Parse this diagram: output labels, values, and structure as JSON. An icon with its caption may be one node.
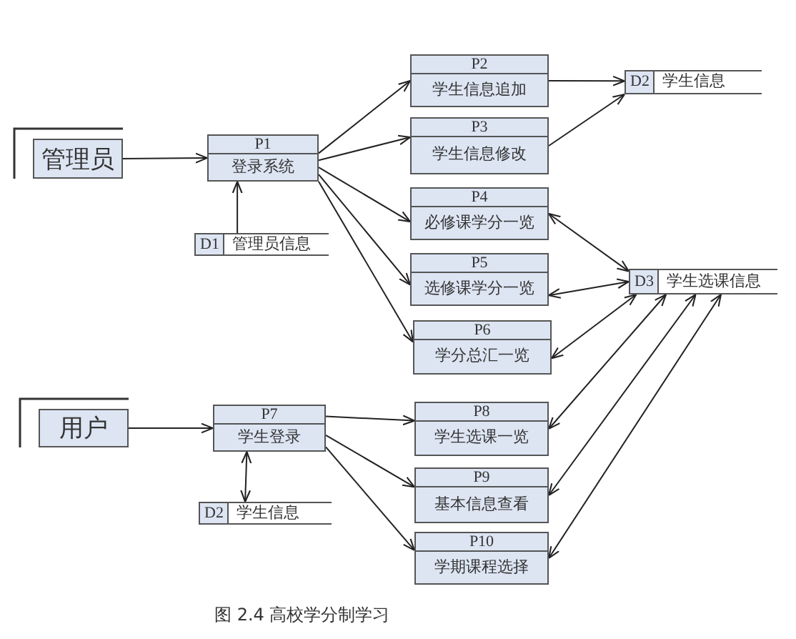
{
  "diagram": {
    "caption": "图 2.4 高校学分制学习",
    "nodes": [
      {
        "text": [
          "管理员"
        ]
      },
      {
        "text": [
          "P1",
          "登录系统"
        ]
      },
      {
        "text": [
          "D1",
          "管理员信息"
        ]
      },
      {
        "text": [
          "P2",
          "学生信息追加"
        ]
      },
      {
        "text": [
          "P3",
          "学生信息修改"
        ]
      },
      {
        "text": [
          "P4",
          "必修课学分一览"
        ]
      },
      {
        "text": [
          "P5",
          "选修课学分一览"
        ]
      },
      {
        "text": [
          "P6",
          "学分总汇一览"
        ]
      },
      {
        "text": [
          "D2",
          "学生信息"
        ]
      },
      {
        "text": [
          "D3",
          "学生选课信息"
        ]
      },
      {
        "text": [
          "用户"
        ]
      },
      {
        "text": [
          "P7",
          "学生登录"
        ]
      },
      {
        "text": [
          "D2",
          "学生信息"
        ]
      },
      {
        "text": [
          "P8",
          "学生选课一览"
        ]
      },
      {
        "text": [
          "P9",
          "基本信息查看"
        ]
      },
      {
        "text": [
          "P10",
          "学期课程选择"
        ]
      }
    ],
    "edges": [
      {
        "from": 0,
        "to": 1,
        "arrow": "to"
      },
      {
        "from": 2,
        "to": 1,
        "arrow": "to"
      },
      {
        "from": 1,
        "to": 3,
        "arrow": "to"
      },
      {
        "from": 1,
        "to": 4,
        "arrow": "to"
      },
      {
        "from": 1,
        "to": 5,
        "arrow": "to"
      },
      {
        "from": 1,
        "to": 6,
        "arrow": "to"
      },
      {
        "from": 1,
        "to": 7,
        "arrow": "to"
      },
      {
        "from": 3,
        "to": 8,
        "arrow": "to"
      },
      {
        "from": 4,
        "to": 8,
        "arrow": "to"
      },
      {
        "from": 5,
        "to": 9,
        "arrow": "both"
      },
      {
        "from": 6,
        "to": 9,
        "arrow": "both"
      },
      {
        "from": 7,
        "to": 9,
        "arrow": "both"
      },
      {
        "from": 13,
        "to": 9,
        "arrow": "both"
      },
      {
        "from": 14,
        "to": 9,
        "arrow": "both"
      },
      {
        "from": 15,
        "to": 9,
        "arrow": "both"
      },
      {
        "from": 10,
        "to": 11,
        "arrow": "to"
      },
      {
        "from": 11,
        "to": 12,
        "arrow": "both"
      },
      {
        "from": 11,
        "to": 13,
        "arrow": "to"
      },
      {
        "from": 11,
        "to": 14,
        "arrow": "to"
      },
      {
        "from": 11,
        "to": 15,
        "arrow": "to"
      }
    ]
  }
}
